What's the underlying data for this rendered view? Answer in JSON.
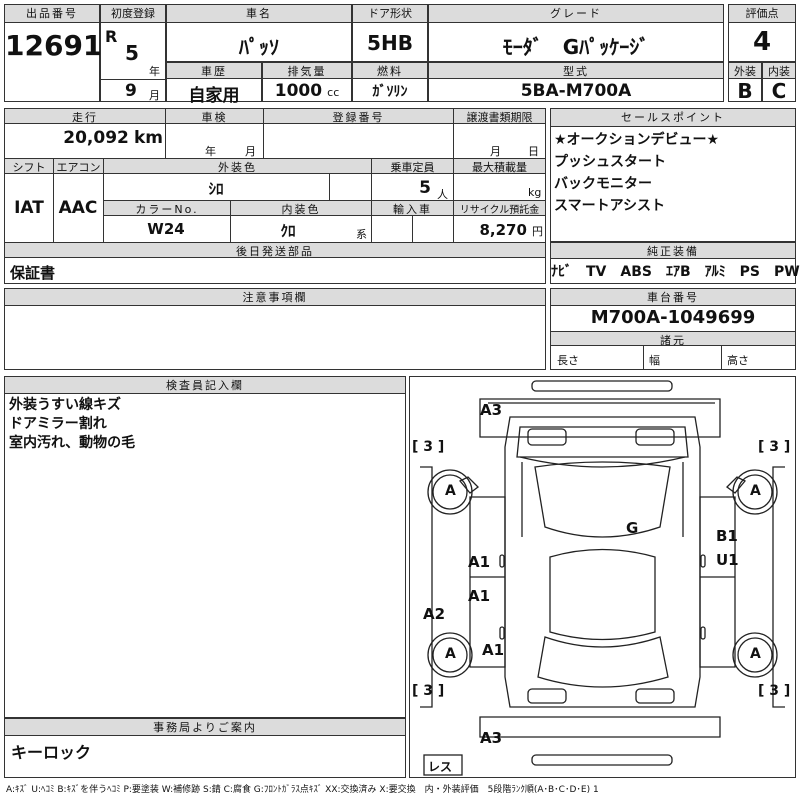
{
  "header": {
    "lot_no_label": "出品番号",
    "lot_no": "12691",
    "first_reg_label": "初度登録",
    "era": "R",
    "year": "5",
    "year_unit": "年",
    "month": "9",
    "month_unit": "月",
    "car_name_label": "車名",
    "car_name": "ﾊﾟｯｿ",
    "door_label": "ドア形状",
    "door": "5HB",
    "grade_label": "グレード",
    "grade": "ﾓｰﾀﾞ　Gﾊﾟｯｹｰｼﾞ",
    "score_label": "評価点",
    "score": "4",
    "history_label": "車歴",
    "history": "自家用",
    "disp_label": "排気量",
    "disp": "1000",
    "disp_unit": "cc",
    "fuel_label": "燃料",
    "fuel": "ｶﾞｿﾘﾝ",
    "model_label": "型式",
    "model": "5BA-M700A",
    "ext_label": "外装",
    "ext": "B",
    "int_label": "内装",
    "int": "C"
  },
  "spec": {
    "mileage_label": "走行",
    "mileage": "20,092",
    "mileage_unit": "km",
    "inspection_label": "車検",
    "insp_year_unit": "年",
    "insp_month_unit": "月",
    "regno_label": "登録番号",
    "transfer_label": "譲渡書類期限",
    "transfer_month_unit": "月",
    "transfer_day_unit": "日",
    "shift_label": "シフト",
    "shift": "IAT",
    "aircon_label": "エアコン",
    "aircon": "AAC",
    "color_label": "外装色",
    "color": "ｼﾛ",
    "capacity_label": "乗車定員",
    "capacity": "5",
    "capacity_unit": "人",
    "load_label": "最大積載量",
    "load_unit": "kg",
    "colorno_label": "カラーNo.",
    "colorno": "W24",
    "intcolor_label": "内装色",
    "intcolor": "ｸﾛ",
    "intcolor_unit": "系",
    "import_label": "輸入車",
    "recycle_label": "リサイクル預託金",
    "recycle": "8,270",
    "recycle_unit": "円",
    "later_label": "後日発送部品",
    "later": "保証書"
  },
  "selling": {
    "label": "セールスポイント",
    "items": [
      "★オークションデビュー★",
      "プッシュスタート",
      "バックモニター",
      "スマートアシスト"
    ]
  },
  "equip": {
    "label": "純正装備",
    "value": "ﾅﾋﾞ　TV　ABS　ｴｱB　ｱﾙﾐ　PS　PW"
  },
  "notes": {
    "label": "注意事項欄"
  },
  "chassis": {
    "label": "車台番号",
    "value": "M700A-1049699",
    "dims_label": "諸元",
    "len_label": "長さ",
    "wid_label": "幅",
    "hei_label": "高さ"
  },
  "inspector": {
    "label": "検査員記入欄",
    "lines": [
      "外装うすい線キズ",
      "ドアミラー割れ",
      "室内汚れ、動物の毛"
    ]
  },
  "office": {
    "label": "事務局よりご案内",
    "value": "キーロック"
  },
  "diagram": {
    "marks": {
      "a3_front": "A3",
      "a3_rear": "A3",
      "g": "G",
      "b1": "B1",
      "u1": "U1",
      "a1_a": "A1",
      "a1_b": "A1",
      "a1_c": "A1",
      "a2": "A2",
      "wheel": "A",
      "tire": "3",
      "spare": "レス"
    }
  },
  "legend": "A:ｷｽﾞ U:ﾍｺﾐ B:ｷｽﾞを伴うﾍｺﾐ P:要塗装 W:補修跡 S:錆 C:腐食 G:ﾌﾛﾝﾄｶﾞﾗｽ点ｷｽﾞ XX:交換済み X:要交換　内・外装評価　5段階ﾗﾝｸ順(A･B･C･D･E) 1"
}
